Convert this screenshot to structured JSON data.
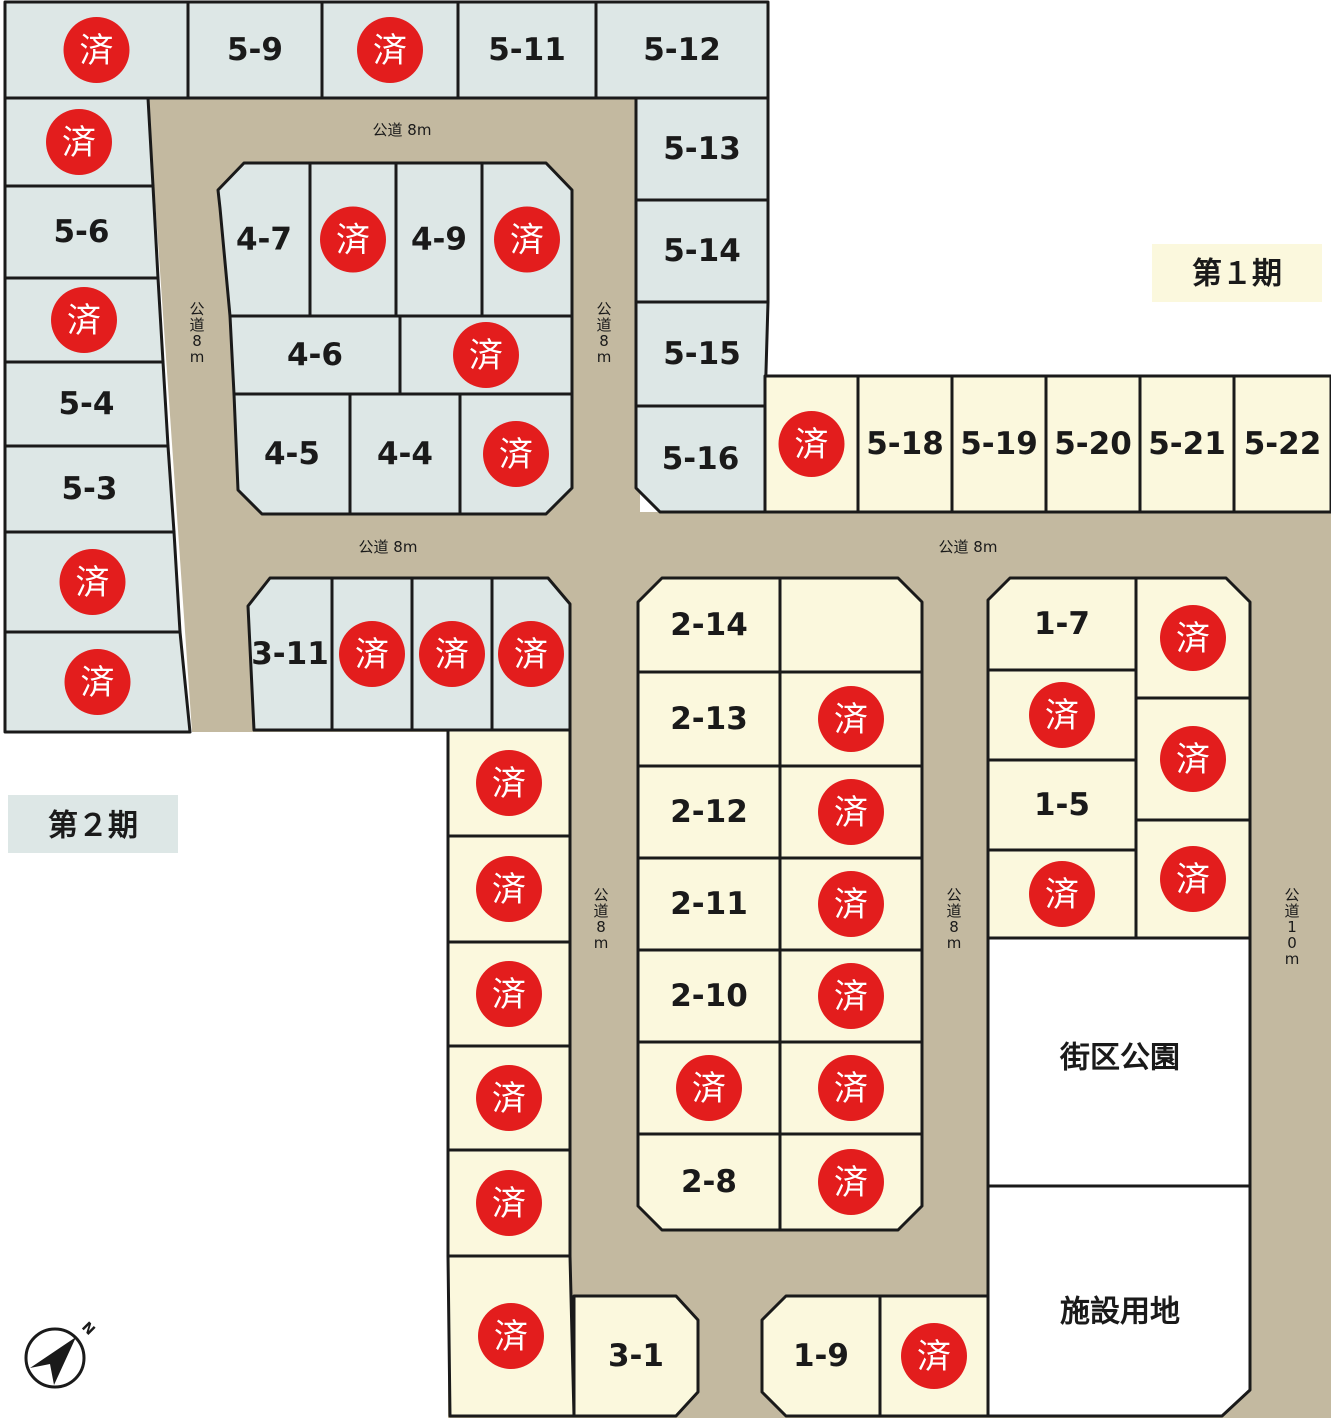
{
  "phases": {
    "phase1": "第１期",
    "phase2": "第２期"
  },
  "sold_mark": "済",
  "roads": {
    "top": "公道 8m",
    "left_v": "公道8m",
    "mid_v": "公道8m",
    "center_left": "公道 8m",
    "center_right": "公道 8m",
    "lower_v1": "公道8m",
    "lower_v2": "公道8m",
    "right_v": "公道10m"
  },
  "facilities": {
    "park": "街区公園",
    "facility": "施設用地"
  },
  "compass": {
    "label": "N"
  },
  "colors": {
    "sold": "#e31d1d",
    "phase1": "#fbf8dd",
    "phase2": "#dde7e6",
    "road": "#c3b9a0"
  },
  "lots": [
    {
      "id": "r5a",
      "label": "",
      "sold": true
    },
    {
      "id": "r5b",
      "label": "5-9",
      "sold": false
    },
    {
      "id": "r5c",
      "label": "",
      "sold": true
    },
    {
      "id": "r5d",
      "label": "5-11",
      "sold": false
    },
    {
      "id": "r5e",
      "label": "5-12",
      "sold": false
    },
    {
      "id": "c5a",
      "label": "",
      "sold": true
    },
    {
      "id": "c5b",
      "label": "5-6",
      "sold": false
    },
    {
      "id": "c5c",
      "label": "",
      "sold": true
    },
    {
      "id": "c5d",
      "label": "5-4",
      "sold": false
    },
    {
      "id": "c5e",
      "label": "5-3",
      "sold": false
    },
    {
      "id": "c5f",
      "label": "",
      "sold": true
    },
    {
      "id": "c5g",
      "label": "",
      "sold": true
    },
    {
      "id": "m13",
      "label": "5-13",
      "sold": false
    },
    {
      "id": "m14",
      "label": "5-14",
      "sold": false
    },
    {
      "id": "m15",
      "label": "5-15",
      "sold": false
    },
    {
      "id": "m16",
      "label": "5-16",
      "sold": false
    },
    {
      "id": "b47",
      "label": "4-7",
      "sold": false
    },
    {
      "id": "b48",
      "label": "",
      "sold": true
    },
    {
      "id": "b49",
      "label": "4-9",
      "sold": false
    },
    {
      "id": "b410",
      "label": "",
      "sold": true
    },
    {
      "id": "b46",
      "label": "4-6",
      "sold": false
    },
    {
      "id": "b46b",
      "label": "",
      "sold": true
    },
    {
      "id": "b45",
      "label": "4-5",
      "sold": false
    },
    {
      "id": "b44",
      "label": "4-4",
      "sold": false
    },
    {
      "id": "b43",
      "label": "",
      "sold": true
    },
    {
      "id": "e17",
      "label": "",
      "sold": true
    },
    {
      "id": "e18",
      "label": "5-18",
      "sold": false
    },
    {
      "id": "e19",
      "label": "5-19",
      "sold": false
    },
    {
      "id": "e20",
      "label": "5-20",
      "sold": false
    },
    {
      "id": "e21",
      "label": "5-21",
      "sold": false
    },
    {
      "id": "e22",
      "label": "5-22",
      "sold": false
    },
    {
      "id": "t311",
      "label": "3-11",
      "sold": false
    },
    {
      "id": "t310",
      "label": "",
      "sold": true
    },
    {
      "id": "t39",
      "label": "",
      "sold": true
    },
    {
      "id": "t38",
      "label": "",
      "sold": true
    },
    {
      "id": "s1",
      "label": "",
      "sold": true
    },
    {
      "id": "s2",
      "label": "",
      "sold": true
    },
    {
      "id": "s3",
      "label": "",
      "sold": true
    },
    {
      "id": "s4",
      "label": "",
      "sold": true
    },
    {
      "id": "s5",
      "label": "",
      "sold": true
    },
    {
      "id": "s6",
      "label": "",
      "sold": true
    },
    {
      "id": "l31",
      "label": "3-1",
      "sold": false
    },
    {
      "id": "a214",
      "label": "2-14",
      "sold": false
    },
    {
      "id": "a214b",
      "label": "",
      "sold": false
    },
    {
      "id": "a213",
      "label": "2-13",
      "sold": false
    },
    {
      "id": "a213b",
      "label": "",
      "sold": true
    },
    {
      "id": "a212",
      "label": "2-12",
      "sold": false
    },
    {
      "id": "a212b",
      "label": "",
      "sold": true
    },
    {
      "id": "a211",
      "label": "2-11",
      "sold": false
    },
    {
      "id": "a211b",
      "label": "",
      "sold": true
    },
    {
      "id": "a210",
      "label": "2-10",
      "sold": false
    },
    {
      "id": "a210b",
      "label": "",
      "sold": true
    },
    {
      "id": "a29",
      "label": "",
      "sold": true
    },
    {
      "id": "a29b",
      "label": "",
      "sold": true
    },
    {
      "id": "a28",
      "label": "2-8",
      "sold": false
    },
    {
      "id": "a28b",
      "label": "",
      "sold": true
    },
    {
      "id": "p17",
      "label": "1-7",
      "sold": false
    },
    {
      "id": "p16",
      "label": "",
      "sold": true
    },
    {
      "id": "p15",
      "label": "1-5",
      "sold": false
    },
    {
      "id": "p14",
      "label": "",
      "sold": true
    },
    {
      "id": "q1",
      "label": "",
      "sold": true
    },
    {
      "id": "q2",
      "label": "",
      "sold": true
    },
    {
      "id": "q3",
      "label": "",
      "sold": true
    },
    {
      "id": "l19",
      "label": "1-9",
      "sold": false
    },
    {
      "id": "l110",
      "label": "",
      "sold": true
    }
  ]
}
